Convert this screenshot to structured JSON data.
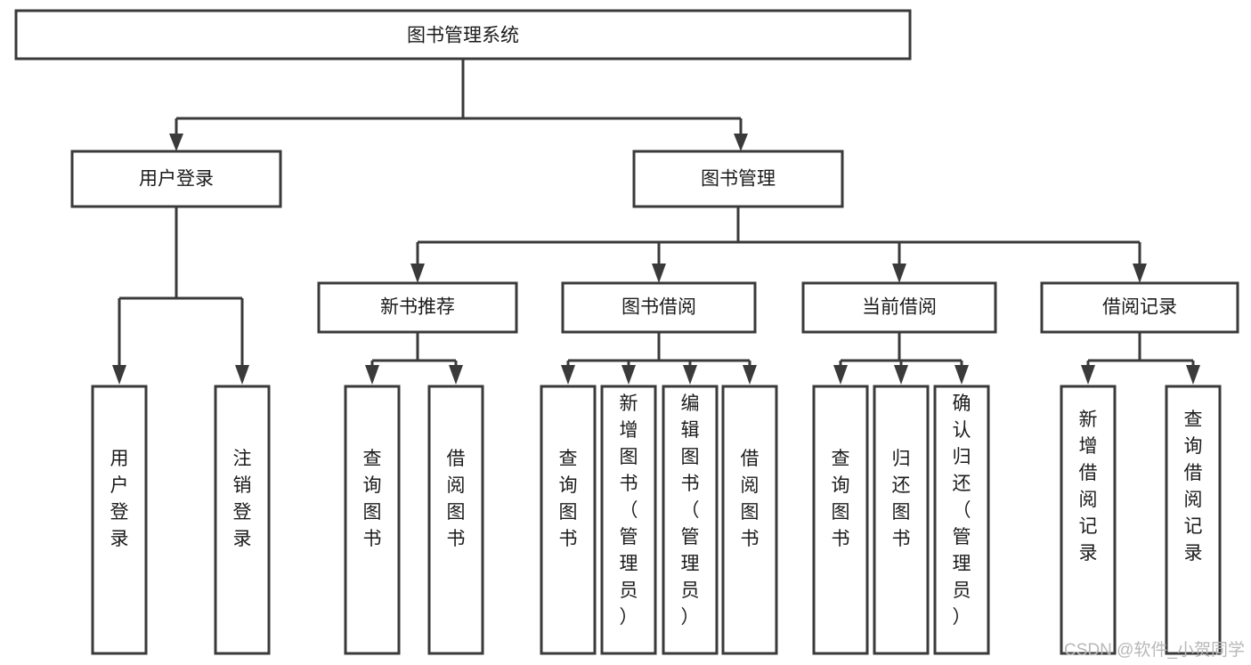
{
  "diagram": {
    "type": "tree",
    "title": "图书管理系统",
    "orientation": "top-down",
    "colors": {
      "box_stroke": "#3a3a3a",
      "box_fill": "#ffffff",
      "connector": "#3a3a3a",
      "text": "#1b1b1b",
      "background": "#ffffff",
      "watermark": "#b8b8b8"
    },
    "root": {
      "label": "图书管理系统"
    },
    "level2": [
      {
        "label": "用户登录"
      },
      {
        "label": "图书管理"
      }
    ],
    "level3": [
      {
        "label": "新书推荐"
      },
      {
        "label": "图书借阅"
      },
      {
        "label": "当前借阅"
      },
      {
        "label": "借阅记录"
      }
    ],
    "leaves": {
      "user_login": [
        {
          "label": "用户登录"
        },
        {
          "label": "注销登录"
        }
      ],
      "new_book_recommend": [
        {
          "label": "查询图书"
        },
        {
          "label": "借阅图书"
        }
      ],
      "book_borrow": [
        {
          "label": "查询图书"
        },
        {
          "label": "新增图书（管理员）"
        },
        {
          "label": "编辑图书（管理员）"
        },
        {
          "label": "借阅图书"
        }
      ],
      "current_borrow": [
        {
          "label": "查询图书"
        },
        {
          "label": "归还图书"
        },
        {
          "label": "确认归还（管理员）"
        }
      ],
      "borrow_record": [
        {
          "label": "新增借阅记录"
        },
        {
          "label": "查询借阅记录"
        }
      ]
    }
  },
  "watermark": {
    "text": "CSDN @软件_小贺同学"
  }
}
